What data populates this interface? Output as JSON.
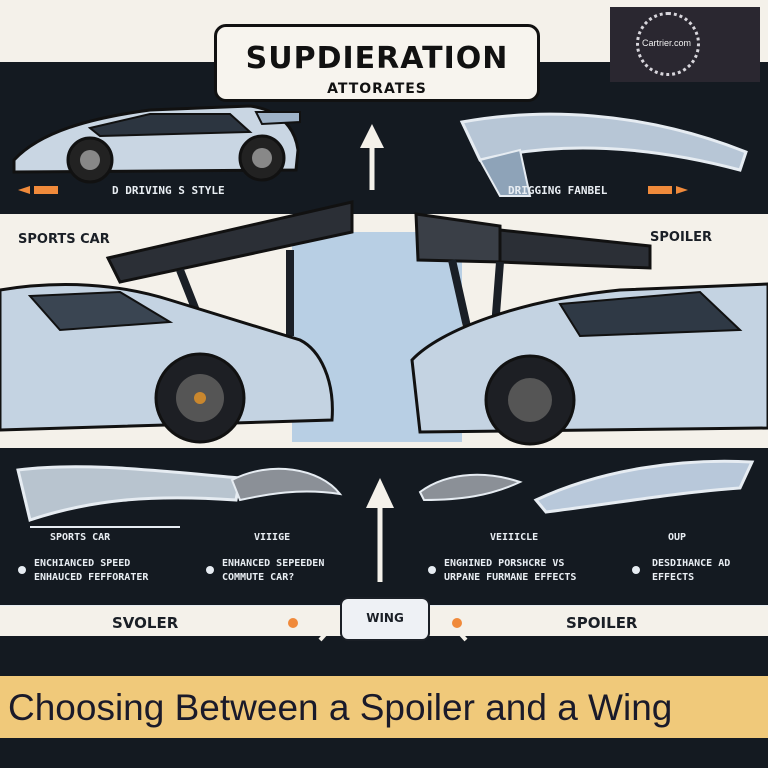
{
  "header": {
    "title": "SUPDIERATION",
    "subtitle": "ATTORATES"
  },
  "logo": {
    "text": "Cartrier.com"
  },
  "top_left_label": "D DRIVING S STYLE",
  "top_right_label": "DRIGGING FANBEL",
  "mid_left_label": "SPORTS CAR",
  "mid_right_label": "SPOILER",
  "lower": {
    "col1_label": "SPORTS CAR",
    "col2_label": "VIIIGE",
    "col3_label": "VEIIICLE",
    "col4_label": "OUP",
    "col1_text_1": "ENCHIANCED SPEED",
    "col1_text_2": "ENHAUCED FEFFORATER",
    "col2_text_1": "ENHANCED SEPEEDEN",
    "col2_text_2": "COMMUTE CAR?",
    "col3_text_1": "ENGHINED PORSHCRE VS",
    "col3_text_2": "URPANE FURMANE EFFECTS",
    "col4_text_1": "DESDIHANCE AD",
    "col4_text_2": "EFFECTS"
  },
  "bottom": {
    "left_label": "SVOLER",
    "center_label": "WING",
    "right_label": "SPOILER"
  },
  "caption": "Choosing Between a Spoiler and a Wing",
  "colors": {
    "dark": "#141a21",
    "accent_orange": "#f08a3b",
    "caption_bg": "#f0c97a",
    "sky_blue": "#b8cfe4"
  }
}
